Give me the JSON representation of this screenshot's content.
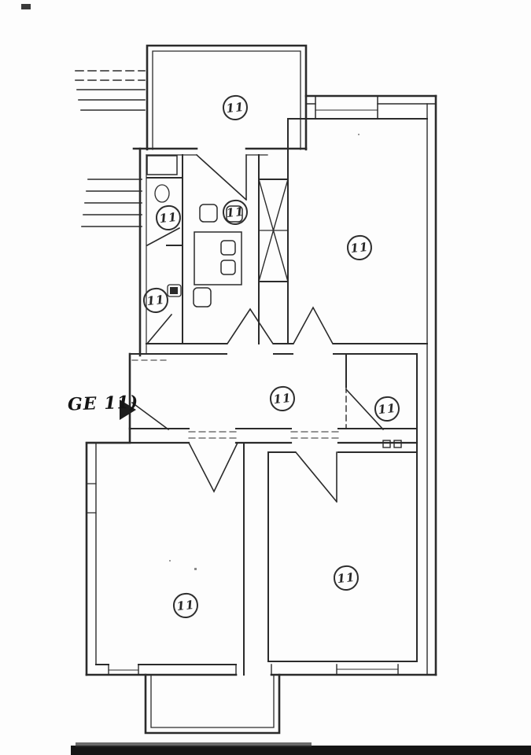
{
  "document": {
    "kind": "scanned apartment floor plan"
  },
  "colors": {
    "ink": "#2b2b2b",
    "paper": "#fdfdfd",
    "artifact": "#151515"
  },
  "floor_label": {
    "text": "GE 11)"
  },
  "rooms": [
    {
      "room": "balcony-top",
      "label": "11"
    },
    {
      "room": "bedroom-top-right",
      "label": "11"
    },
    {
      "room": "bathroom",
      "label": "11"
    },
    {
      "room": "kitchen",
      "label": "11"
    },
    {
      "room": "wc",
      "label": "11"
    },
    {
      "room": "hallway",
      "label": "11"
    },
    {
      "room": "storage",
      "label": "11"
    },
    {
      "room": "living-room",
      "label": "11"
    },
    {
      "room": "bedroom-bottom-right",
      "label": "11"
    }
  ]
}
